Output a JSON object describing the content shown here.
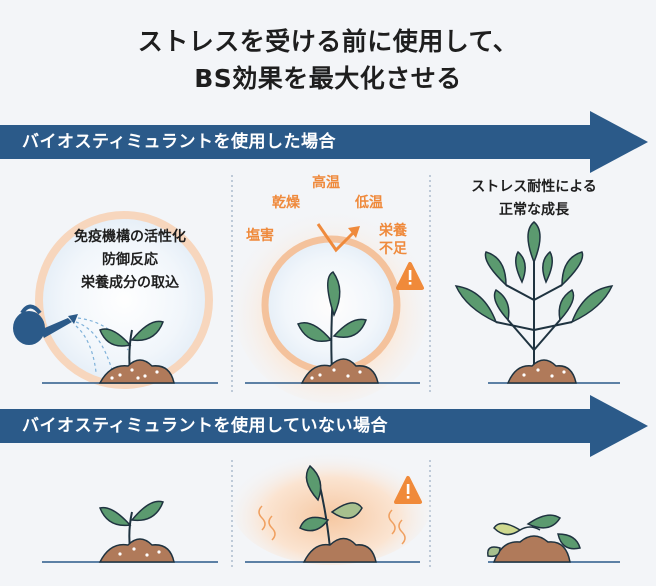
{
  "title": {
    "line1": "ストレスを受ける前に使用して、",
    "line2": "BS効果を最大化させる"
  },
  "section_with": {
    "label": "バイオスティミュラントを使用した場合",
    "panel1_text": [
      "免疫機構の活性化",
      "防御反応",
      "栄養成分の取込"
    ],
    "stress_factors": {
      "top": "高温",
      "upper_left": "乾燥",
      "upper_right": "低温",
      "left": "塩害",
      "right": [
        "栄養",
        "不足"
      ]
    },
    "panel3_text": [
      "ストレス耐性による",
      "正常な成長"
    ]
  },
  "section_without": {
    "label": "バイオスティミュラントを使用していない場合"
  },
  "colors": {
    "banner": "#2b5a89",
    "leaf": "#5b9a6f",
    "leaf_outline": "#1f3340",
    "soil": "#b07a5a",
    "stress_orange": "#ef8a3c",
    "warning": "#f08a3a"
  }
}
